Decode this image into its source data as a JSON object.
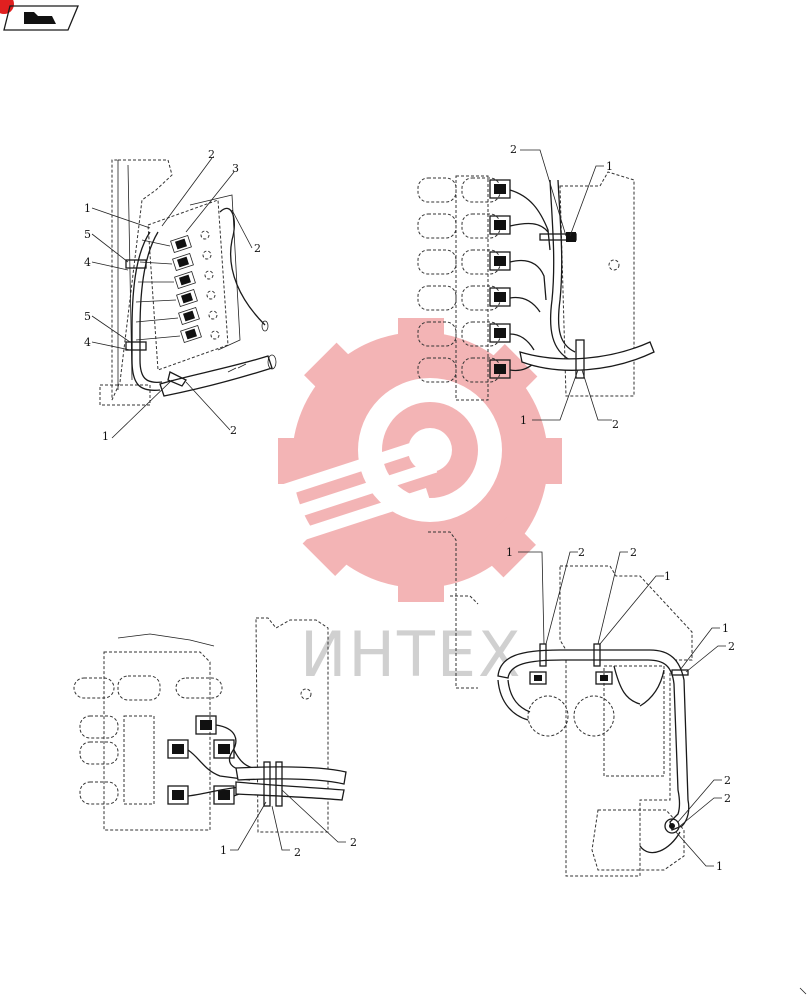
{
  "watermark": {
    "text": "ИНТЕХ",
    "color": "#f2a7a9"
  },
  "nav": {
    "icon": "previous-page-icon",
    "badge_color": "#e02020"
  },
  "views": [
    {
      "id": "view-top-left",
      "callouts": [
        "2",
        "3",
        "1",
        "2",
        "5",
        "4",
        "5",
        "4",
        "1",
        "2"
      ]
    },
    {
      "id": "view-top-right",
      "callouts": [
        "2",
        "1",
        "1",
        "2"
      ]
    },
    {
      "id": "view-bottom-left",
      "callouts": [
        "1",
        "2",
        "2"
      ]
    },
    {
      "id": "view-bottom-right",
      "callouts": [
        "1",
        "2",
        "2",
        "1",
        "1",
        "2",
        "2",
        "2",
        "1"
      ]
    }
  ]
}
